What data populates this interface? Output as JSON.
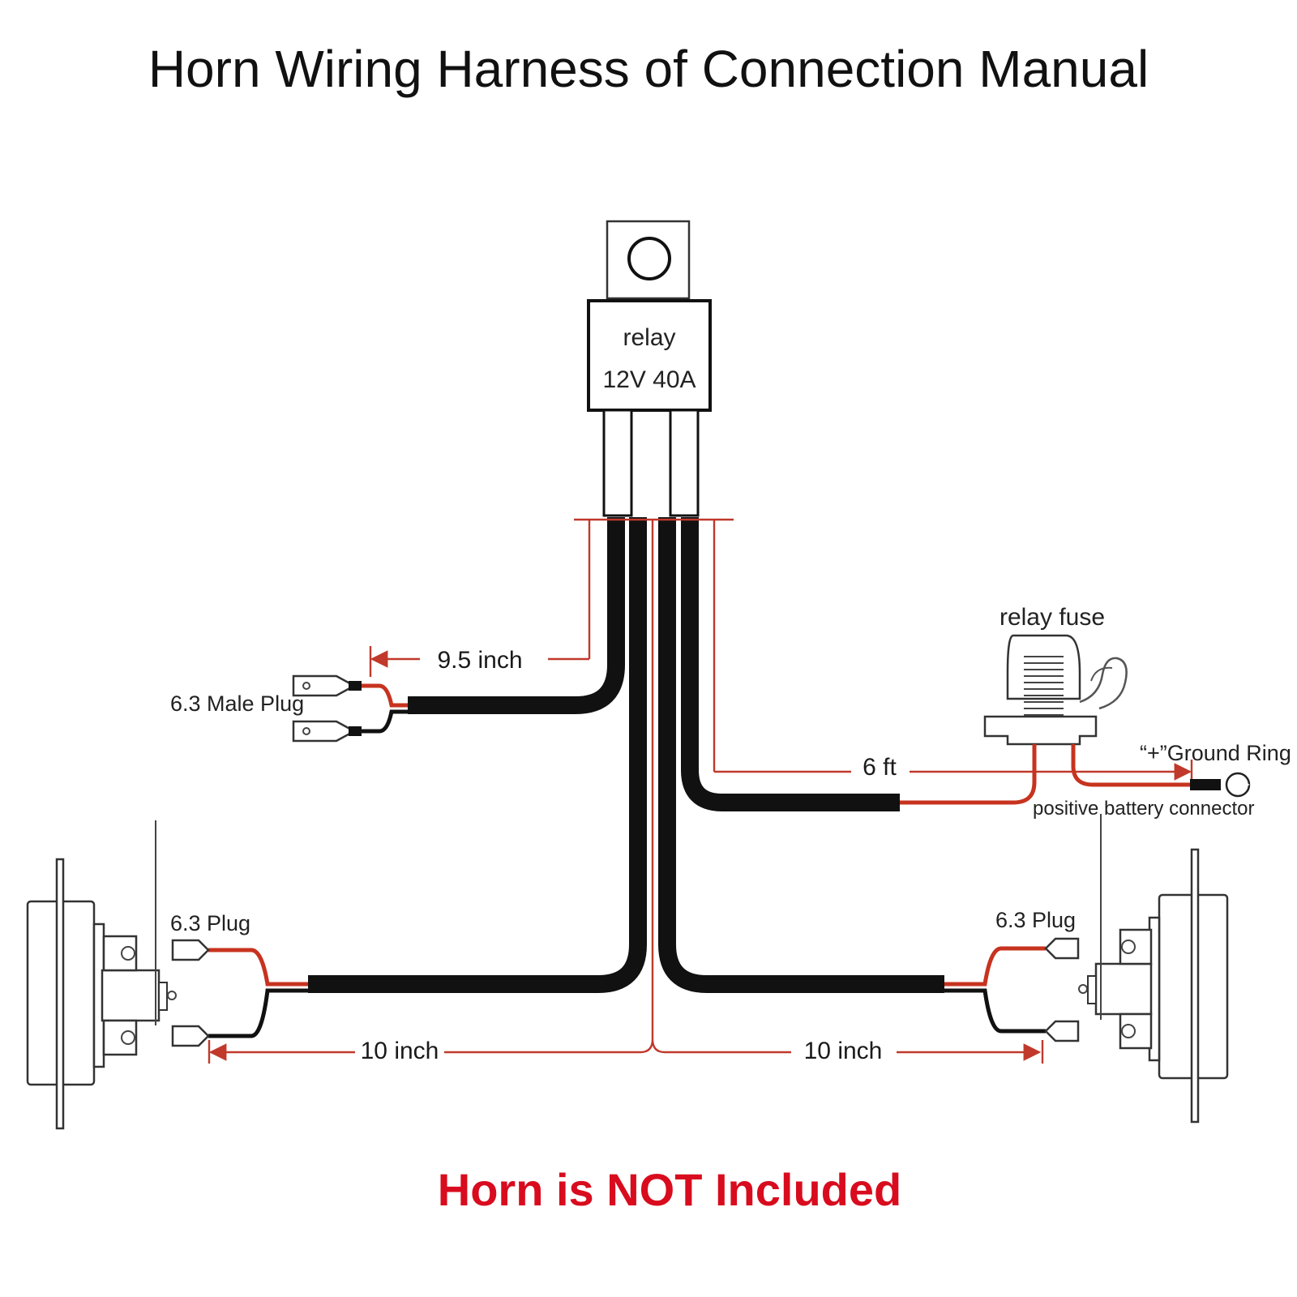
{
  "title": "Horn Wiring Harness of Connection Manual",
  "relay": {
    "name": "relay",
    "rating": "12V 40A"
  },
  "fuse": {
    "label": "relay fuse"
  },
  "labels": {
    "male_plug": "6.3 Male Plug",
    "plug_left": "6.3 Plug",
    "plug_right": "6.3 Plug",
    "ground_ring": "“+”Ground Ring",
    "battery_connector": "positive battery connector"
  },
  "dimensions": {
    "male_plug_lead": "9.5 inch",
    "fuse_lead": "6 ft",
    "left_horn_lead": "10 inch",
    "right_horn_lead": "10 inch"
  },
  "notice": "Horn is NOT Included",
  "colors": {
    "notice": "#d80c1e",
    "red_wire": "#c7331f",
    "cable": "#111111"
  }
}
